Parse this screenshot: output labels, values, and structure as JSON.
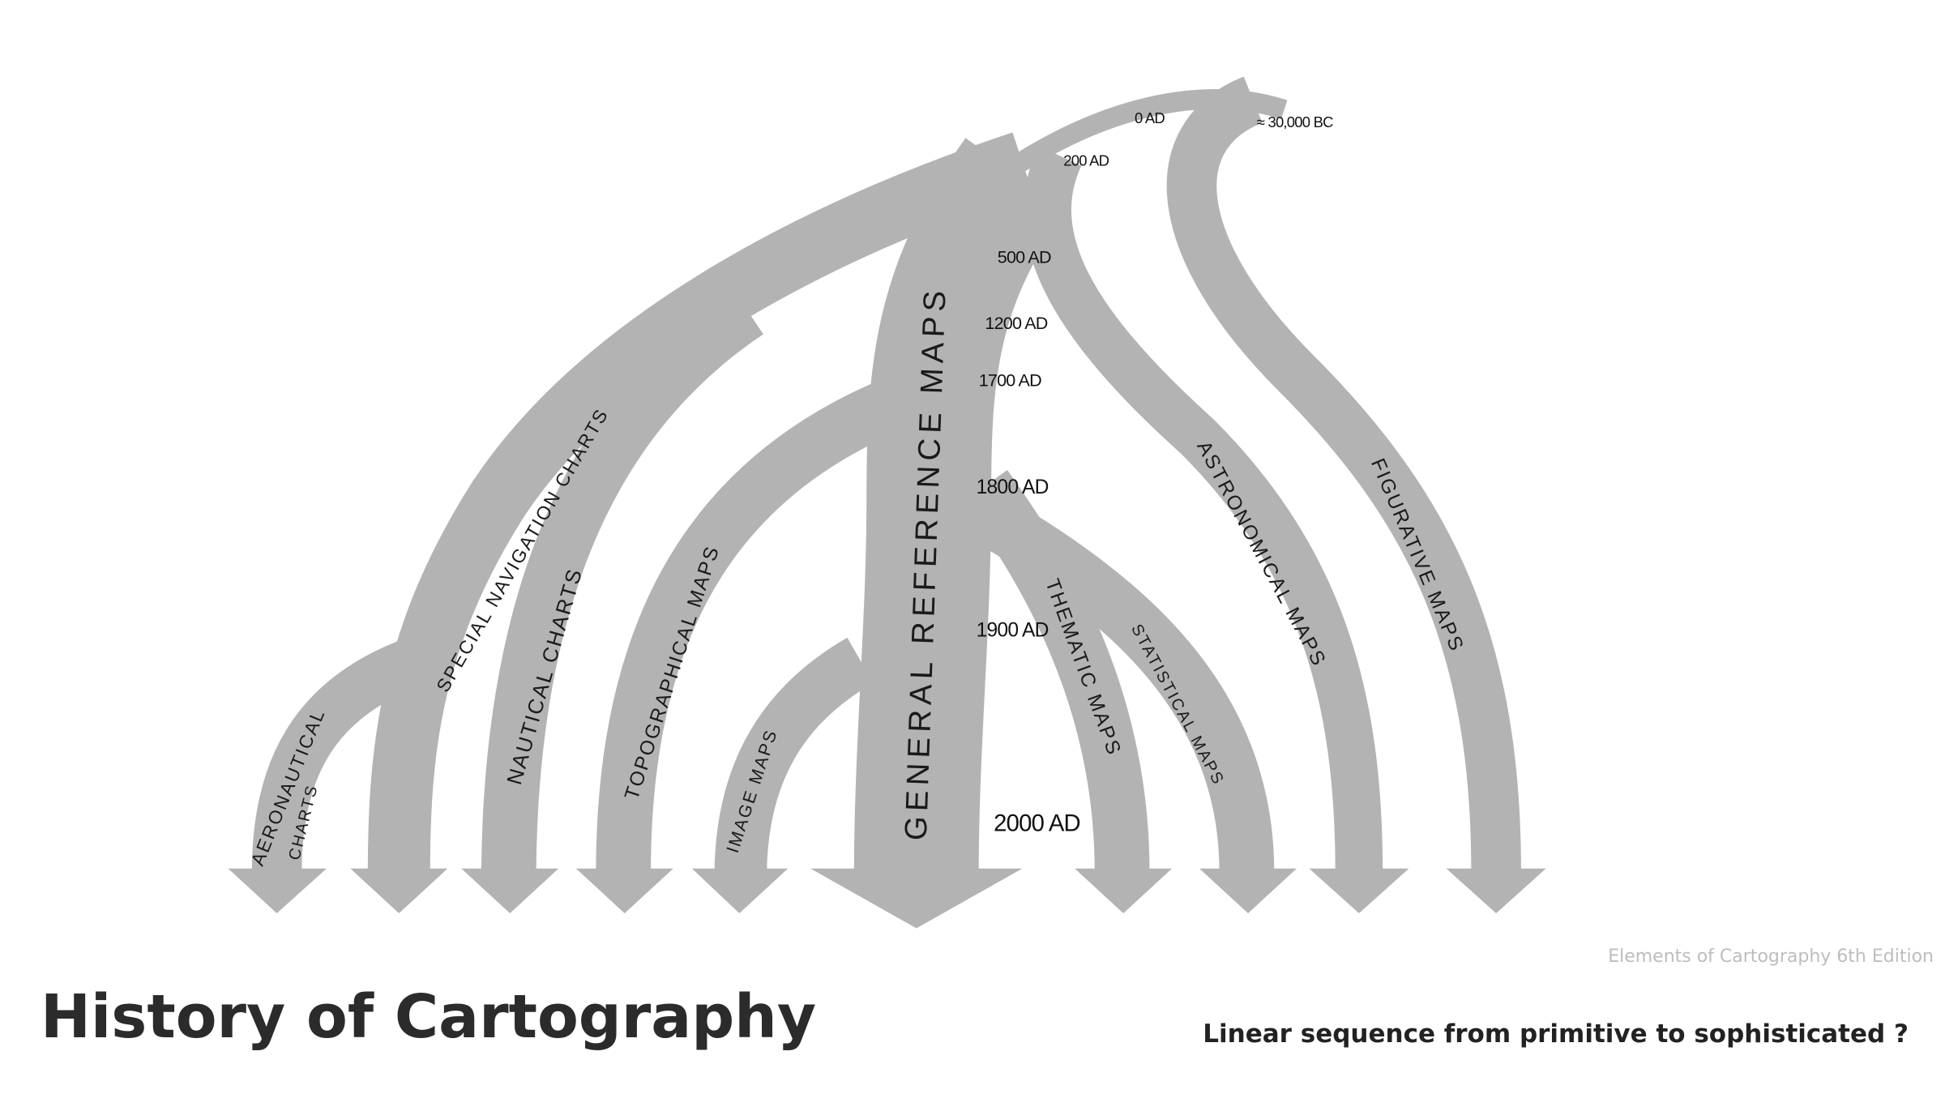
{
  "title": "History of Cartography",
  "subtitle": "Linear sequence from primitive to sophisticated ?",
  "credit": "Elements of Cartography 6th Edition",
  "colors": {
    "branch": "#b3b3b3",
    "title": "#2b2b2b",
    "credit": "#bdbdbd"
  },
  "branches": {
    "aeronautical_1": "AERONAUTICAL",
    "aeronautical_2": "CHARTS",
    "special_navigation": "SPECIAL NAVIGATION CHARTS",
    "nautical": "NAUTICAL CHARTS",
    "topographical": "TOPOGRAPHICAL MAPS",
    "image": "IMAGE MAPS",
    "general_reference": "GENERAL REFERENCE MAPS",
    "thematic": "THEMATIC MAPS",
    "statistical": "STATISTICAL MAPS",
    "astronomical": "ASTRONOMICAL MAPS",
    "figurative": "FIGURATIVE MAPS"
  },
  "dates": {
    "bc30000": "≈ 30,000 BC",
    "ad0": "0 AD",
    "ad200": "200 AD",
    "ad500": "500 AD",
    "ad1200": "1200 AD",
    "ad1700": "1700 AD",
    "ad1800": "1800 AD",
    "ad1900": "1900 AD",
    "ad2000": "2000 AD"
  }
}
